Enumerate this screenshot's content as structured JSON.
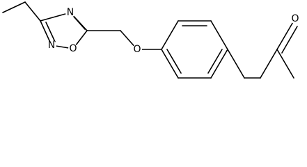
{
  "molecule": {
    "atoms": {
      "n_upper": "N",
      "n_lower": "N",
      "o_ring": "O",
      "o_ether": "O",
      "o_ketone": "O"
    }
  }
}
